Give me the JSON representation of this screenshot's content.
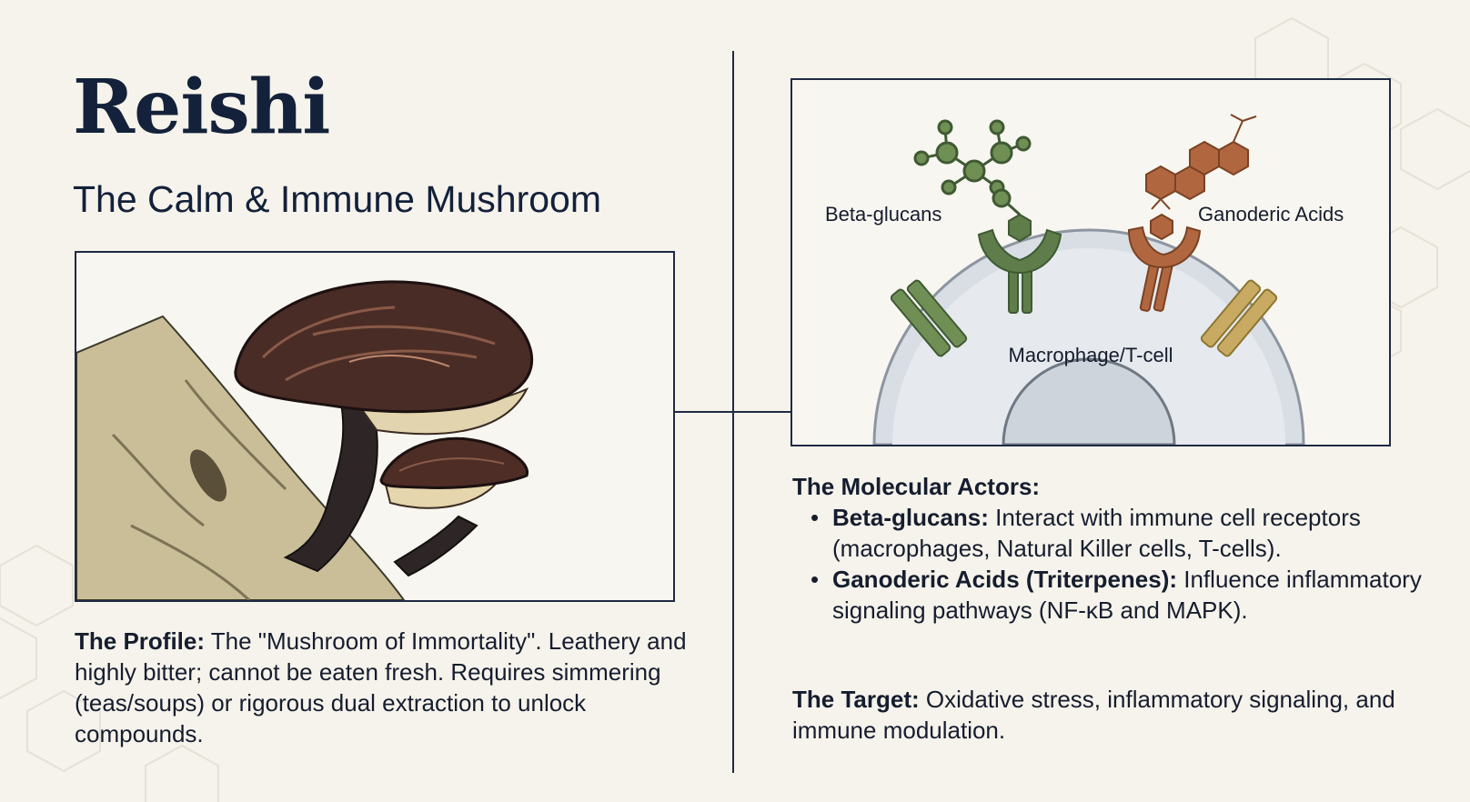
{
  "header": {
    "title": "Reishi",
    "subtitle": "The Calm & Immune Mushroom"
  },
  "profile": {
    "label": "The Profile:",
    "text": " The \"Mushroom of Immortality\". Leathery and highly bitter; cannot be eaten fresh. Requires simmering (teas/soups) or rigorous dual extraction to unlock compounds."
  },
  "diagram": {
    "label_left": "Beta-glucans",
    "label_right": "Ganoderic Acids",
    "label_cell": "Macrophage/T-cell"
  },
  "actors": {
    "heading": "The Molecular Actors:",
    "items": [
      {
        "term": "Beta-glucans:",
        "text": " Interact with immune cell receptors (macrophages, Natural Killer cells, T-cells)."
      },
      {
        "term": "Ganoderic Acids (Triterpenes):",
        "text": " Influence inflammatory signaling pathways (NF-κB and MAPK)."
      }
    ]
  },
  "target": {
    "label": "The Target:",
    "text": " Oxidative stress, inflammatory signaling, and immune modulation."
  },
  "colors": {
    "navy": "#13213a",
    "beta_green": "#5e7d4a",
    "ganoderic_orange": "#b0673f",
    "receptor_gold": "#c9aa62",
    "background": "#f6f3ec"
  }
}
